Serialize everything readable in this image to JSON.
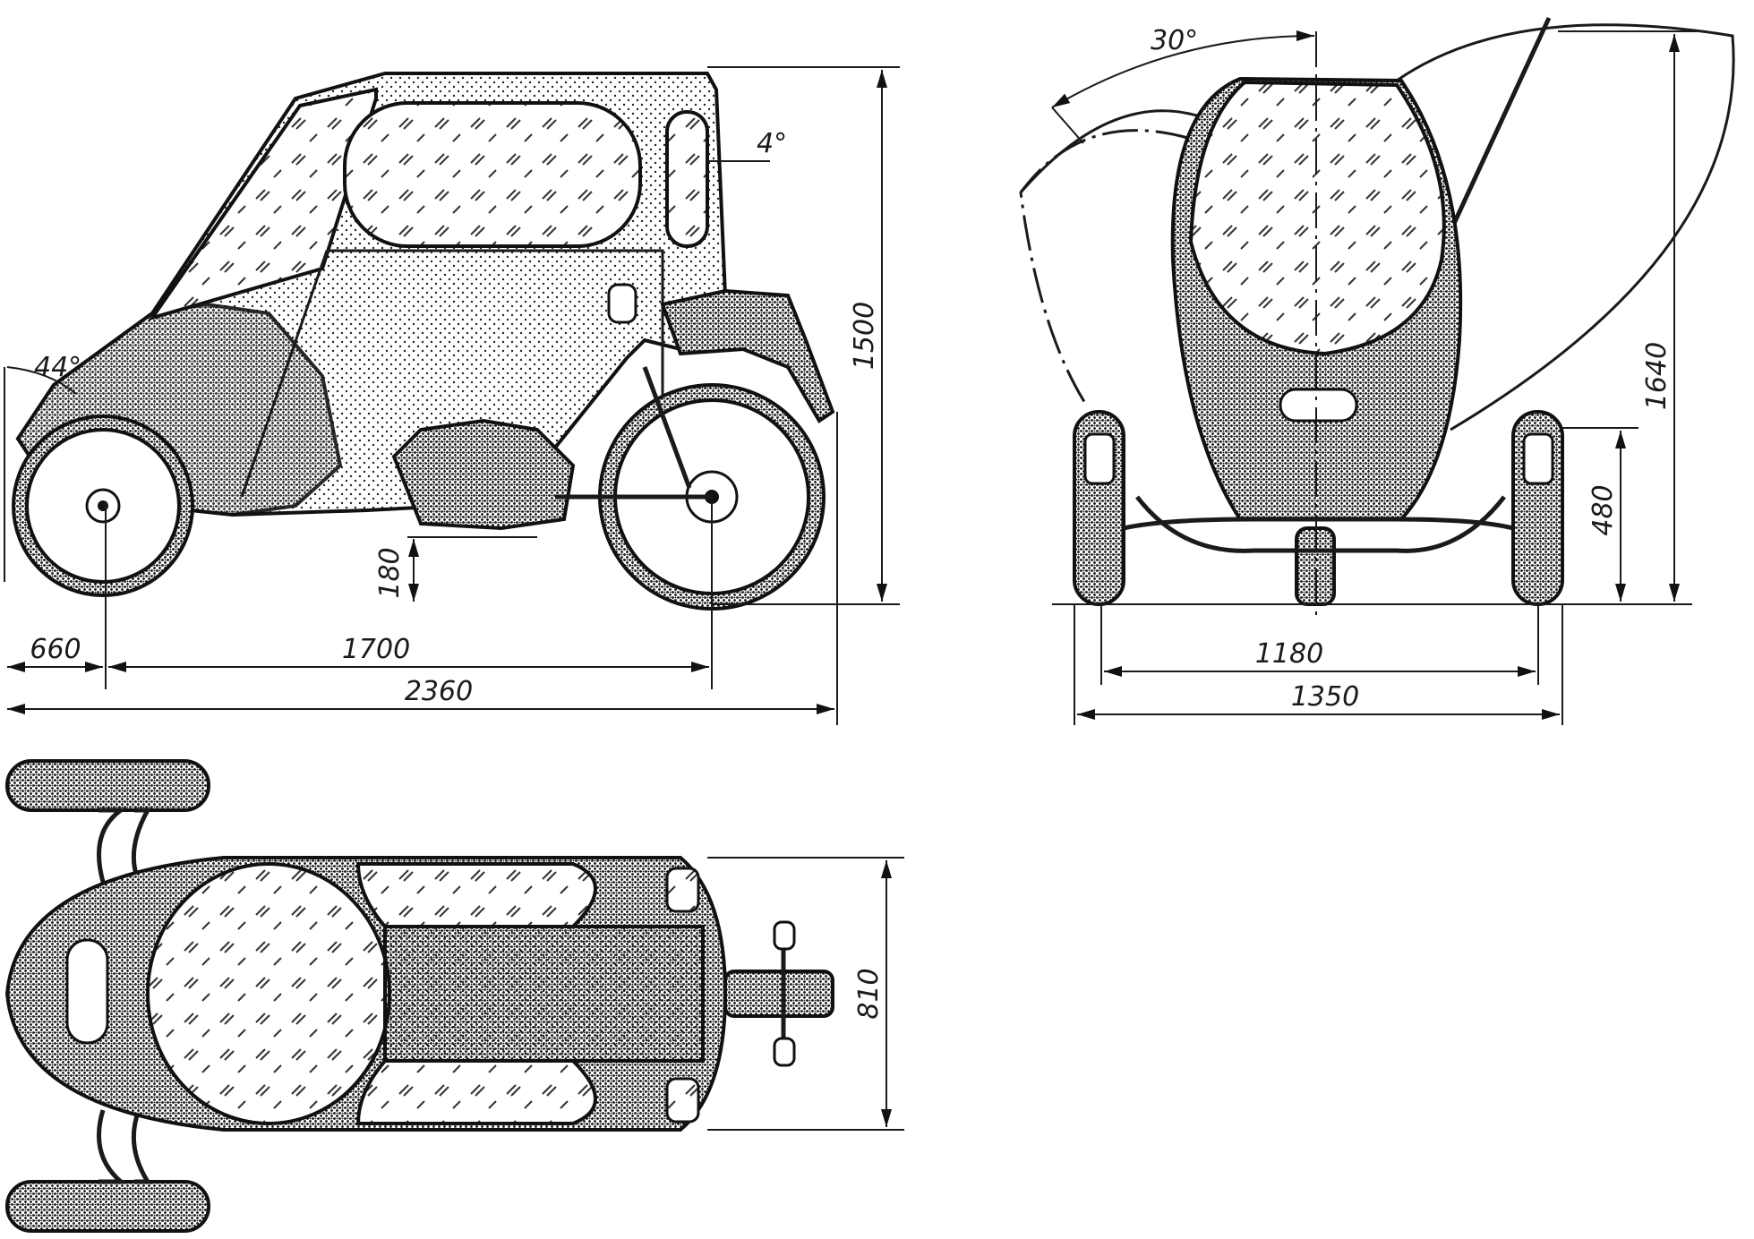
{
  "side_view": {
    "angle_front": "44°",
    "angle_rear": "4°",
    "dim_height": "1500",
    "dim_ground_clearance": "180",
    "dim_front_overhang": "660",
    "dim_wheelbase": "1700",
    "dim_length": "2360"
  },
  "front_view": {
    "angle_canopy": "30°",
    "dim_open_height": "1640",
    "dim_wheel_height": "480",
    "dim_track": "1180",
    "dim_width": "1350"
  },
  "top_view": {
    "dim_body_width": "810"
  }
}
